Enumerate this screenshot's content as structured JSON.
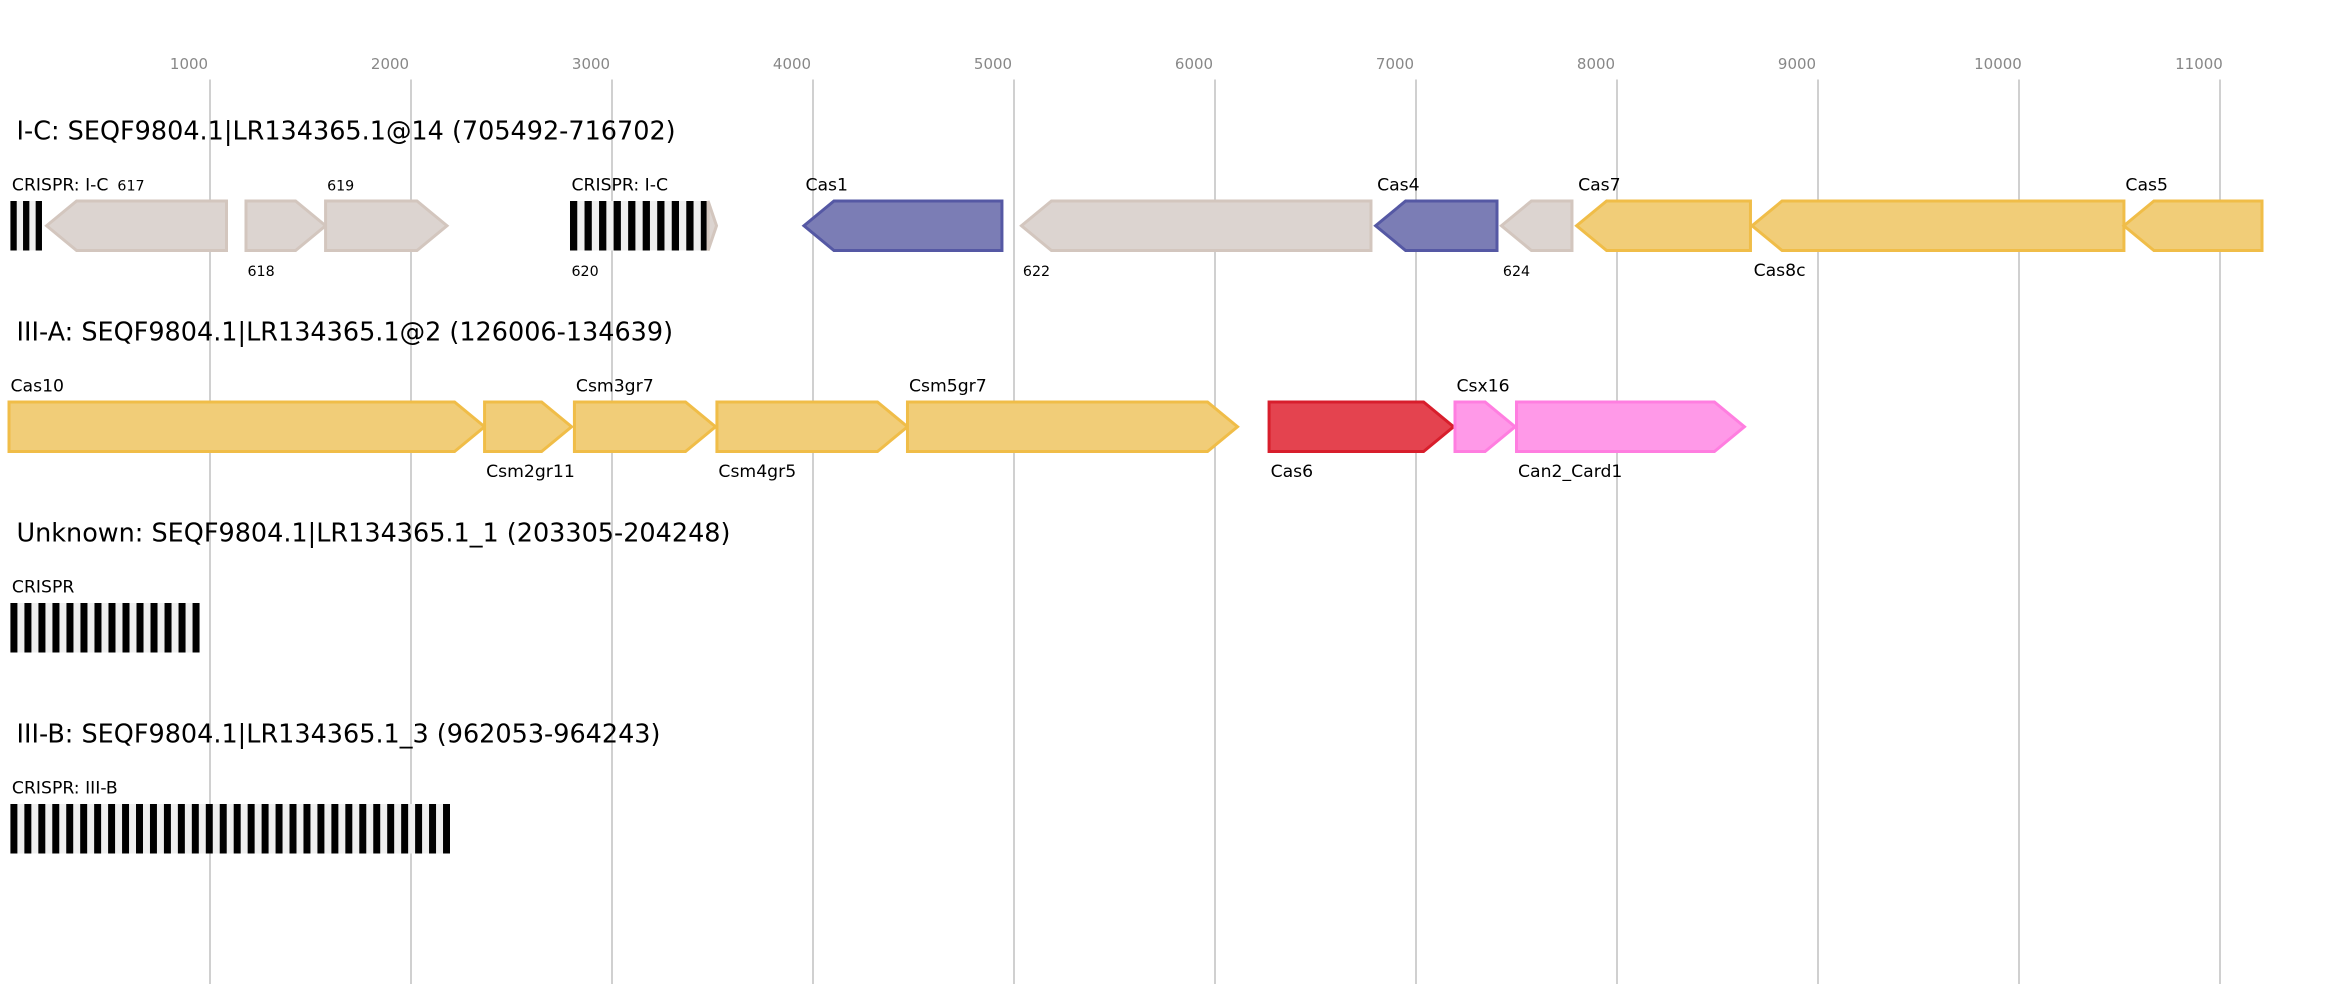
{
  "axis": {
    "ticks": [
      1000,
      2000,
      3000,
      4000,
      5000,
      6000,
      7000,
      8000,
      9000,
      10000,
      11000
    ]
  },
  "colors": {
    "grey": {
      "fill": "#dcd4d0",
      "stroke": "#d3c6be"
    },
    "blue": {
      "fill": "#7b7db5",
      "stroke": "#5558a4"
    },
    "yellow": {
      "fill": "#f1cd78",
      "stroke": "#f0bd48"
    },
    "red": {
      "fill": "#e4434f",
      "stroke": "#d81e2c"
    },
    "pink": {
      "fill": "#ff99e8",
      "stroke": "#ff7ee0"
    }
  },
  "tracks": [
    {
      "title": "I-C: SEQF9804.1|LR134365.1@14 (705492-716702)",
      "features": [
        {
          "type": "crispr",
          "label": "CRISPR: I-C",
          "label_pos": "above",
          "start": 7,
          "end": 164,
          "repeats": 3
        },
        {
          "type": "gene",
          "label": "617",
          "small": true,
          "label_pos": "above",
          "start": 187,
          "end": 1082,
          "strand": "-",
          "color": "grey"
        },
        {
          "type": "gene",
          "label": "618",
          "small": true,
          "label_pos": "below",
          "start": 1179,
          "end": 1575,
          "strand": "+",
          "color": "grey"
        },
        {
          "type": "gene",
          "label": "619",
          "small": true,
          "label_pos": "above",
          "start": 1575,
          "end": 2179,
          "strand": "+",
          "color": "grey"
        },
        {
          "type": "crispr",
          "label": "CRISPR: I-C",
          "label_pos": "above",
          "start": 2791,
          "end": 3478,
          "repeats": 10
        },
        {
          "type": "gene",
          "label": "620",
          "small": true,
          "label_pos": "below",
          "start": 3478,
          "end": 3520,
          "strand": "+",
          "color": "grey"
        },
        {
          "type": "gene",
          "label": "Cas1",
          "label_pos": "above",
          "start": 3955,
          "end": 4940,
          "strand": "-",
          "color": "blue"
        },
        {
          "type": "gene",
          "label": "622",
          "small": true,
          "label_pos": "below",
          "start": 5037,
          "end": 6776,
          "strand": "-",
          "color": "grey"
        },
        {
          "type": "gene",
          "label": "Cas4",
          "label_pos": "above",
          "start": 6799,
          "end": 7403,
          "strand": "-",
          "color": "blue"
        },
        {
          "type": "gene",
          "label": "624",
          "small": true,
          "label_pos": "below",
          "start": 7425,
          "end": 7776,
          "strand": "-",
          "color": "grey"
        },
        {
          "type": "gene",
          "label": "Cas7",
          "label_pos": "above",
          "start": 7799,
          "end": 8664,
          "strand": "-",
          "color": "yellow"
        },
        {
          "type": "gene",
          "label": "Cas8c",
          "label_pos": "below",
          "start": 8672,
          "end": 10522,
          "strand": "-",
          "color": "yellow"
        },
        {
          "type": "gene",
          "label": "Cas5",
          "label_pos": "above",
          "start": 10522,
          "end": 11209,
          "strand": "-",
          "color": "yellow"
        }
      ]
    },
    {
      "title": "III-A: SEQF9804.1|LR134365.1@2 (126006-134639)",
      "features": [
        {
          "type": "gene",
          "label": "Cas10",
          "label_pos": "above",
          "start": 0,
          "end": 2366,
          "strand": "+",
          "color": "yellow"
        },
        {
          "type": "gene",
          "label": "Csm2gr11",
          "label_pos": "below",
          "start": 2366,
          "end": 2799,
          "strand": "+",
          "color": "yellow"
        },
        {
          "type": "gene",
          "label": "Csm3gr7",
          "label_pos": "above",
          "start": 2813,
          "end": 3515,
          "strand": "+",
          "color": "yellow"
        },
        {
          "type": "gene",
          "label": "Csm4gr5",
          "label_pos": "below",
          "start": 3522,
          "end": 4470,
          "strand": "+",
          "color": "yellow"
        },
        {
          "type": "gene",
          "label": "Csm5gr7",
          "label_pos": "above",
          "start": 4470,
          "end": 6112,
          "strand": "+",
          "color": "yellow"
        },
        {
          "type": "gene",
          "label": "Cas6",
          "label_pos": "below",
          "start": 6269,
          "end": 7187,
          "strand": "+",
          "color": "red"
        },
        {
          "type": "gene",
          "label": "Csx16",
          "label_pos": "above",
          "start": 7194,
          "end": 7493,
          "strand": "+",
          "color": "pink"
        },
        {
          "type": "gene",
          "label": "Can2_Card1",
          "label_pos": "below",
          "start": 7500,
          "end": 8634,
          "strand": "+",
          "color": "pink"
        }
      ]
    },
    {
      "title": "Unknown: SEQF9804.1|LR134365.1_1 (203305-204248)",
      "features": [
        {
          "type": "crispr",
          "label": "CRISPR",
          "label_pos": "above",
          "start": 7,
          "end": 948,
          "repeats": 14
        }
      ]
    },
    {
      "title": "III-B: SEQF9804.1|LR134365.1_3 (962053-964243)",
      "features": [
        {
          "type": "crispr",
          "label": "CRISPR: III-B",
          "label_pos": "above",
          "start": 7,
          "end": 2194,
          "repeats": 32
        }
      ]
    }
  ]
}
